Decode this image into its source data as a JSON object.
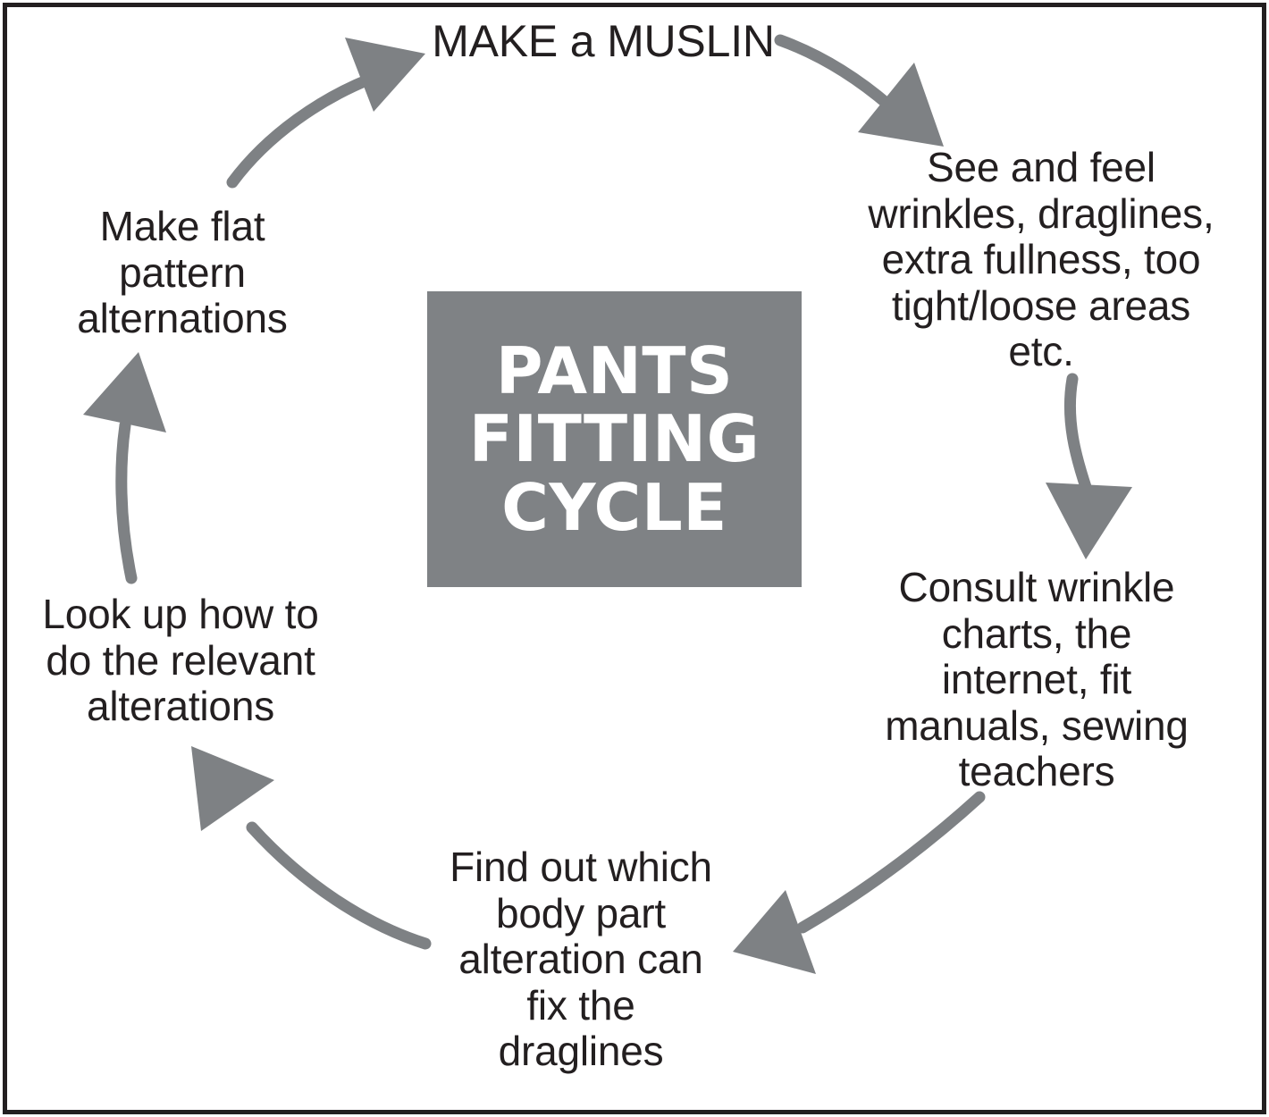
{
  "diagram": {
    "title": "PANTS\nFITTING\nCYCLE",
    "center_box_color": "#7f8285",
    "arrow_color": "#7e8184",
    "text_color": "#231f20",
    "border_color": "#231f20",
    "background_color": "#ffffff",
    "nodes": [
      {
        "id": "make-muslin",
        "label": "MAKE a MUSLIN",
        "position": "top"
      },
      {
        "id": "see-feel",
        "label": "See and feel\nwrinkles, draglines,\nextra fullness, too\ntight/loose areas\netc.",
        "position": "top-right"
      },
      {
        "id": "consult",
        "label": "Consult wrinkle\ncharts, the\ninternet, fit\nmanuals, sewing\nteachers",
        "position": "bottom-right"
      },
      {
        "id": "find-out",
        "label": "Find out which\nbody part\nalteration can\nfix the\ndraglines",
        "position": "bottom"
      },
      {
        "id": "look-up",
        "label": "Look up how to\ndo the relevant\nalterations",
        "position": "bottom-left"
      },
      {
        "id": "make-flat",
        "label": "Make flat\npattern\nalternations",
        "position": "top-left"
      }
    ],
    "arrows": [
      {
        "id": "arrow-make-muslin-to-see-feel",
        "from": "make-muslin",
        "to": "see-feel",
        "direction": "down-right"
      },
      {
        "id": "arrow-see-feel-to-consult",
        "from": "see-feel",
        "to": "consult",
        "direction": "down"
      },
      {
        "id": "arrow-consult-to-find-out",
        "from": "consult",
        "to": "find-out",
        "direction": "down-left"
      },
      {
        "id": "arrow-find-out-to-look-up",
        "from": "find-out",
        "to": "look-up",
        "direction": "up-left"
      },
      {
        "id": "arrow-look-up-to-make-flat",
        "from": "look-up",
        "to": "make-flat",
        "direction": "up"
      },
      {
        "id": "arrow-make-flat-to-make-muslin",
        "from": "make-flat",
        "to": "make-muslin",
        "direction": "up-right"
      }
    ]
  }
}
